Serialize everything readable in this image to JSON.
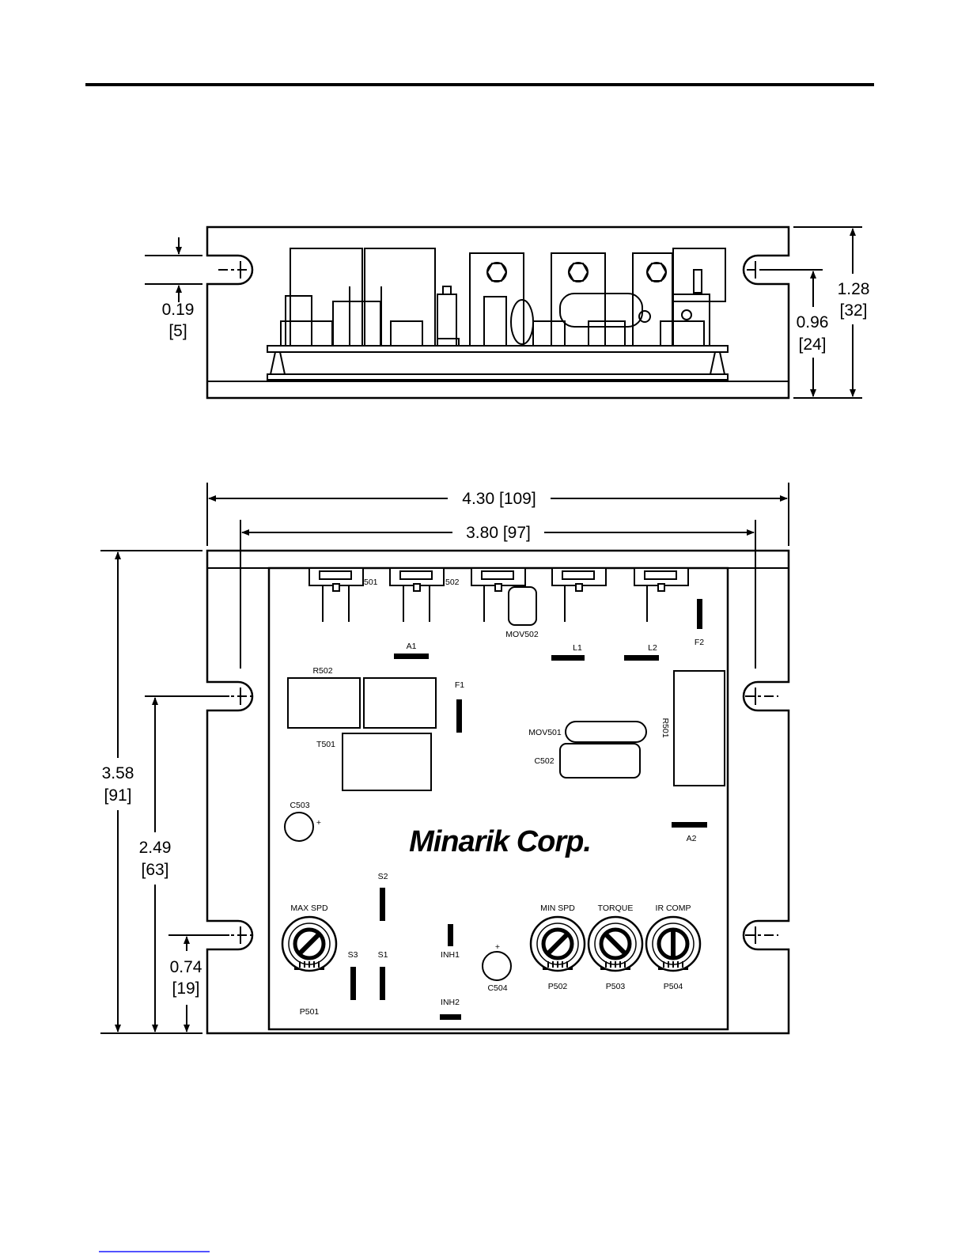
{
  "side_view": {
    "dims": {
      "d019": {
        "in": "0.19",
        "mm": "[5]"
      },
      "d096": {
        "in": "0.96",
        "mm": "[24]"
      },
      "d128": {
        "in": "1.28",
        "mm": "[32]"
      }
    }
  },
  "top_view": {
    "dims": {
      "width_overall": "4.30 [109]",
      "width_holes": "3.80 [97]",
      "d358": {
        "in": "3.58",
        "mm": "[91]"
      },
      "d249": {
        "in": "2.49",
        "mm": "[63]"
      },
      "d074": {
        "in": "0.74",
        "mm": "[19]"
      }
    },
    "logo": "Minarik Corp.",
    "labels": {
      "t501_tab": "501",
      "t502_tab": "502",
      "mov502": "MOV502",
      "a1": "A1",
      "l1": "L1",
      "l2": "L2",
      "f2": "F2",
      "r502": "R502",
      "f1": "F1",
      "t501": "T501",
      "mov501": "MOV501",
      "c502": "C502",
      "r501": "R501",
      "c503": "C503",
      "plus1": "+",
      "a2": "A2",
      "s2": "S2",
      "max_spd": "MAX SPD",
      "s3": "S3",
      "s1": "S1",
      "inh1": "INH1",
      "plus2": "+",
      "c504": "C504",
      "min_spd": "MIN SPD",
      "torque": "TORQUE",
      "ir_comp": "IR COMP",
      "p501": "P501",
      "p502": "P502",
      "p503": "P503",
      "p504": "P504",
      "inh2": "INH2"
    }
  }
}
